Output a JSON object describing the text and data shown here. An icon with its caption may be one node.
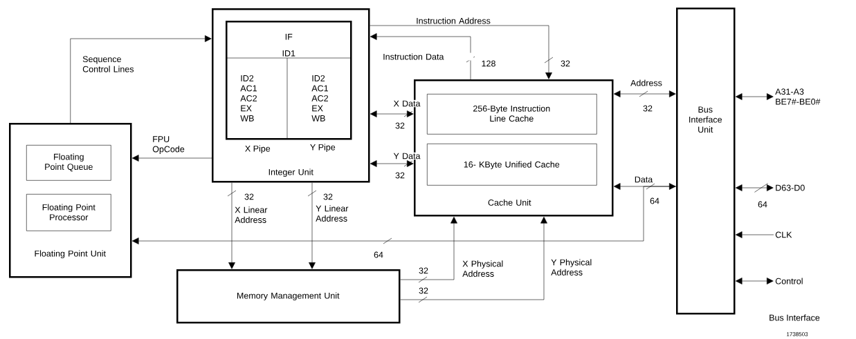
{
  "diagram": {
    "nodes": [
      {
        "text": [
          "Floating Point Unit"
        ]
      },
      {
        "text": [
          "Floating Point Queue"
        ],
        "in": 0
      },
      {
        "text": [
          "Floating Point Processor"
        ],
        "in": 0
      },
      {
        "text": [
          "Integer Unit"
        ]
      },
      {
        "text": [
          "IF",
          "ID1"
        ],
        "in": 3
      },
      {
        "text": [
          "ID2 AC1 AC2 EX WB"
        ],
        "in": 4,
        "beside": [
          "X Pipe"
        ]
      },
      {
        "text": [
          "ID2 AC1 AC2 EX WB"
        ],
        "in": 4,
        "beside": [
          "Y Pipe"
        ]
      },
      {
        "text": [
          "Cache Unit"
        ]
      },
      {
        "text": [
          "256-Byte Instruction Line Cache"
        ],
        "in": 7
      },
      {
        "text": [
          "16- KByte Unified Cache"
        ],
        "in": 7
      },
      {
        "text": [
          "Memory Management Unit"
        ]
      },
      {
        "text": [
          "Bus Interface Unit"
        ]
      },
      {
        "text": [
          "A31-A3 BE7#-BE0#"
        ]
      },
      {
        "text": [
          "D63-D0"
        ]
      },
      {
        "text": [
          "CLK"
        ]
      },
      {
        "text": [
          "Control"
        ]
      }
    ],
    "edges": [
      {
        "from": 0,
        "to": 3,
        "arrow": "to",
        "label": "Sequence Control Lines"
      },
      {
        "from": 3,
        "to": 0,
        "arrow": "to",
        "label": "FPU OpCode"
      },
      {
        "from": 7,
        "to": 3,
        "arrow": "to",
        "label": "Instruction Data"
      },
      {
        "from": 3,
        "to": 7,
        "arrow": "to",
        "label": "Instruction Address"
      },
      {
        "from": 3,
        "to": 7,
        "arrow": "both",
        "label": "X Data"
      },
      {
        "from": 3,
        "to": 7,
        "arrow": "both",
        "label": "Y Data"
      },
      {
        "from": 3,
        "to": 10,
        "arrow": "to",
        "label": "X Linear Address"
      },
      {
        "from": 3,
        "to": 10,
        "arrow": "to",
        "label": "Y Linear Address"
      },
      {
        "from": 10,
        "to": 7,
        "arrow": "to",
        "label": "X Physical Address"
      },
      {
        "from": 10,
        "to": 7,
        "arrow": "to",
        "label": "Y Physical Address"
      },
      {
        "from": 7,
        "to": 11,
        "arrow": "both",
        "label": "Address"
      },
      {
        "from": 7,
        "to": 11,
        "arrow": "both",
        "label": "Data"
      },
      {
        "from": 11,
        "to": 0,
        "arrow": "to",
        "label": "64"
      },
      {
        "from": 11,
        "to": 12,
        "arrow": "both"
      },
      {
        "from": 11,
        "to": 13,
        "arrow": "both",
        "label": "64"
      },
      {
        "from": 14,
        "to": 11,
        "arrow": "to"
      },
      {
        "from": 11,
        "to": 15,
        "arrow": "both"
      }
    ],
    "labels": [
      "128",
      "32",
      "32",
      "32",
      "32",
      "32",
      "32",
      "32",
      "32",
      "64",
      "Bus Interface",
      "1738503"
    ]
  }
}
